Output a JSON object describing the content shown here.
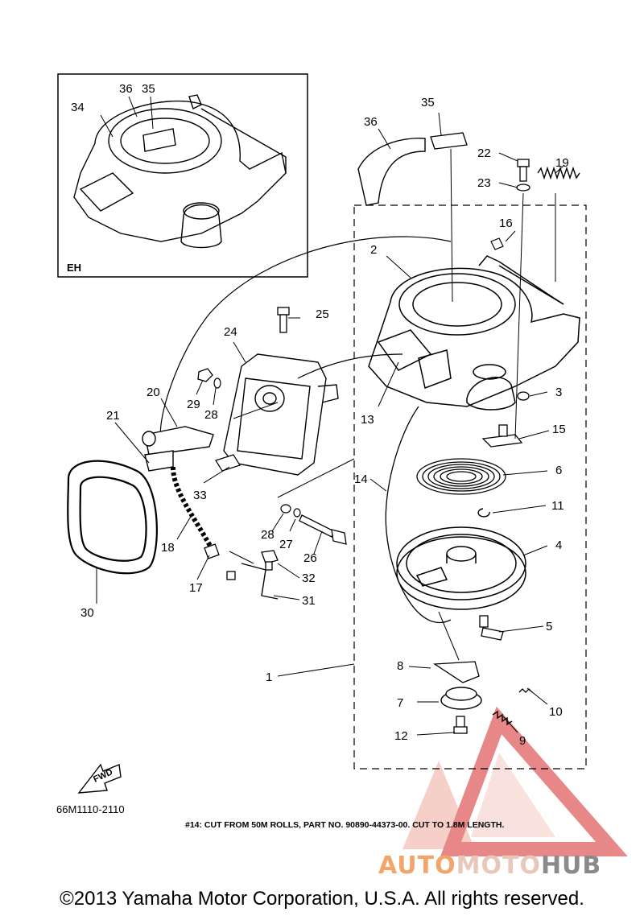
{
  "inset": {
    "label": "EH",
    "callouts": [
      "34",
      "36",
      "35"
    ]
  },
  "callouts": [
    "1",
    "2",
    "3",
    "4",
    "5",
    "6",
    "7",
    "8",
    "9",
    "10",
    "11",
    "12",
    "13",
    "14",
    "15",
    "16",
    "17",
    "18",
    "19",
    "20",
    "21",
    "22",
    "23",
    "24",
    "25",
    "26",
    "27",
    "28",
    "28",
    "29",
    "30",
    "31",
    "32",
    "33",
    "35",
    "36"
  ],
  "fwd_label": "FWD",
  "diagram_code": "66M1110-2110",
  "note": "#14: CUT FROM 50M ROLLS, PART NO. 90890-44373-00. CUT TO 1.8M LENGTH.",
  "watermark": {
    "part1": "AUTO",
    "part2": "MOTO",
    "part3": "HUB",
    "colors": {
      "accent": "#e06060",
      "light": "#f4c0b8",
      "gray": "#8a8a8a",
      "orange": "#f2a46b"
    }
  },
  "copyright": "©2013 Yamaha Motor Corporation, U.S.A. All rights reserved."
}
